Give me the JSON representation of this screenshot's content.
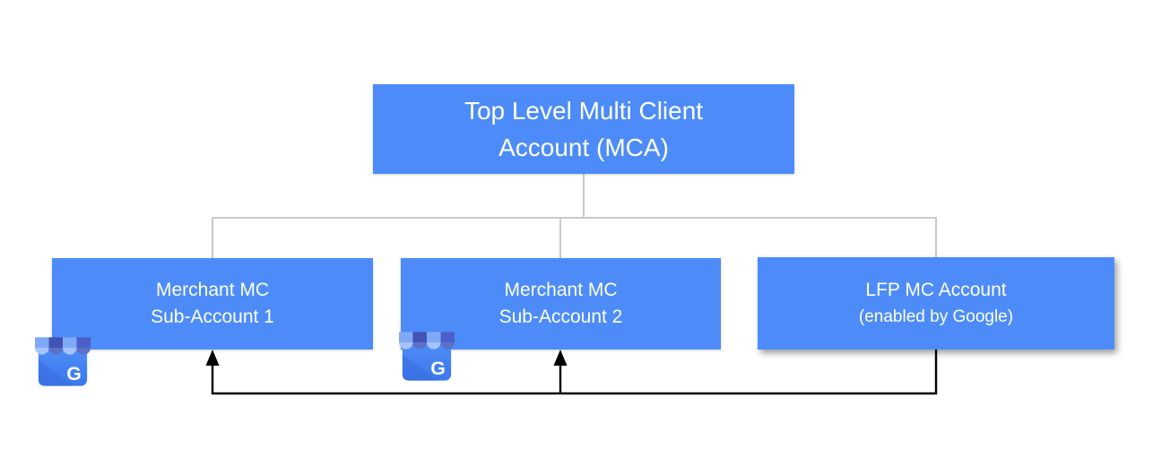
{
  "diagram": {
    "root": {
      "line1": "Top Level Multi Client",
      "line2": "Account (MCA)"
    },
    "children": [
      {
        "id": "merchant-sub-account-1",
        "line1": "Merchant MC",
        "line2": "Sub-Account 1"
      },
      {
        "id": "merchant-sub-account-2",
        "line1": "Merchant MC",
        "line2": "Sub-Account 2"
      },
      {
        "id": "lfp-mc-account",
        "line1": "LFP MC Account",
        "line2": "(enabled by Google)"
      }
    ],
    "gmb_icon": {
      "name": "google-my-business",
      "letter": "G"
    },
    "colors": {
      "box_fill": "#4d8cf8",
      "box_text": "#ffffff",
      "tree_connector_gray": "#c9c9c9",
      "flow_arrow_black": "#000000",
      "awning_light": "#7fa9f6",
      "awning_light_scallop": "#a6c3fa",
      "awning_dark": "#4254b5",
      "awning_dark_scallop": "#5e6fc9",
      "background": "#ffffff"
    }
  }
}
